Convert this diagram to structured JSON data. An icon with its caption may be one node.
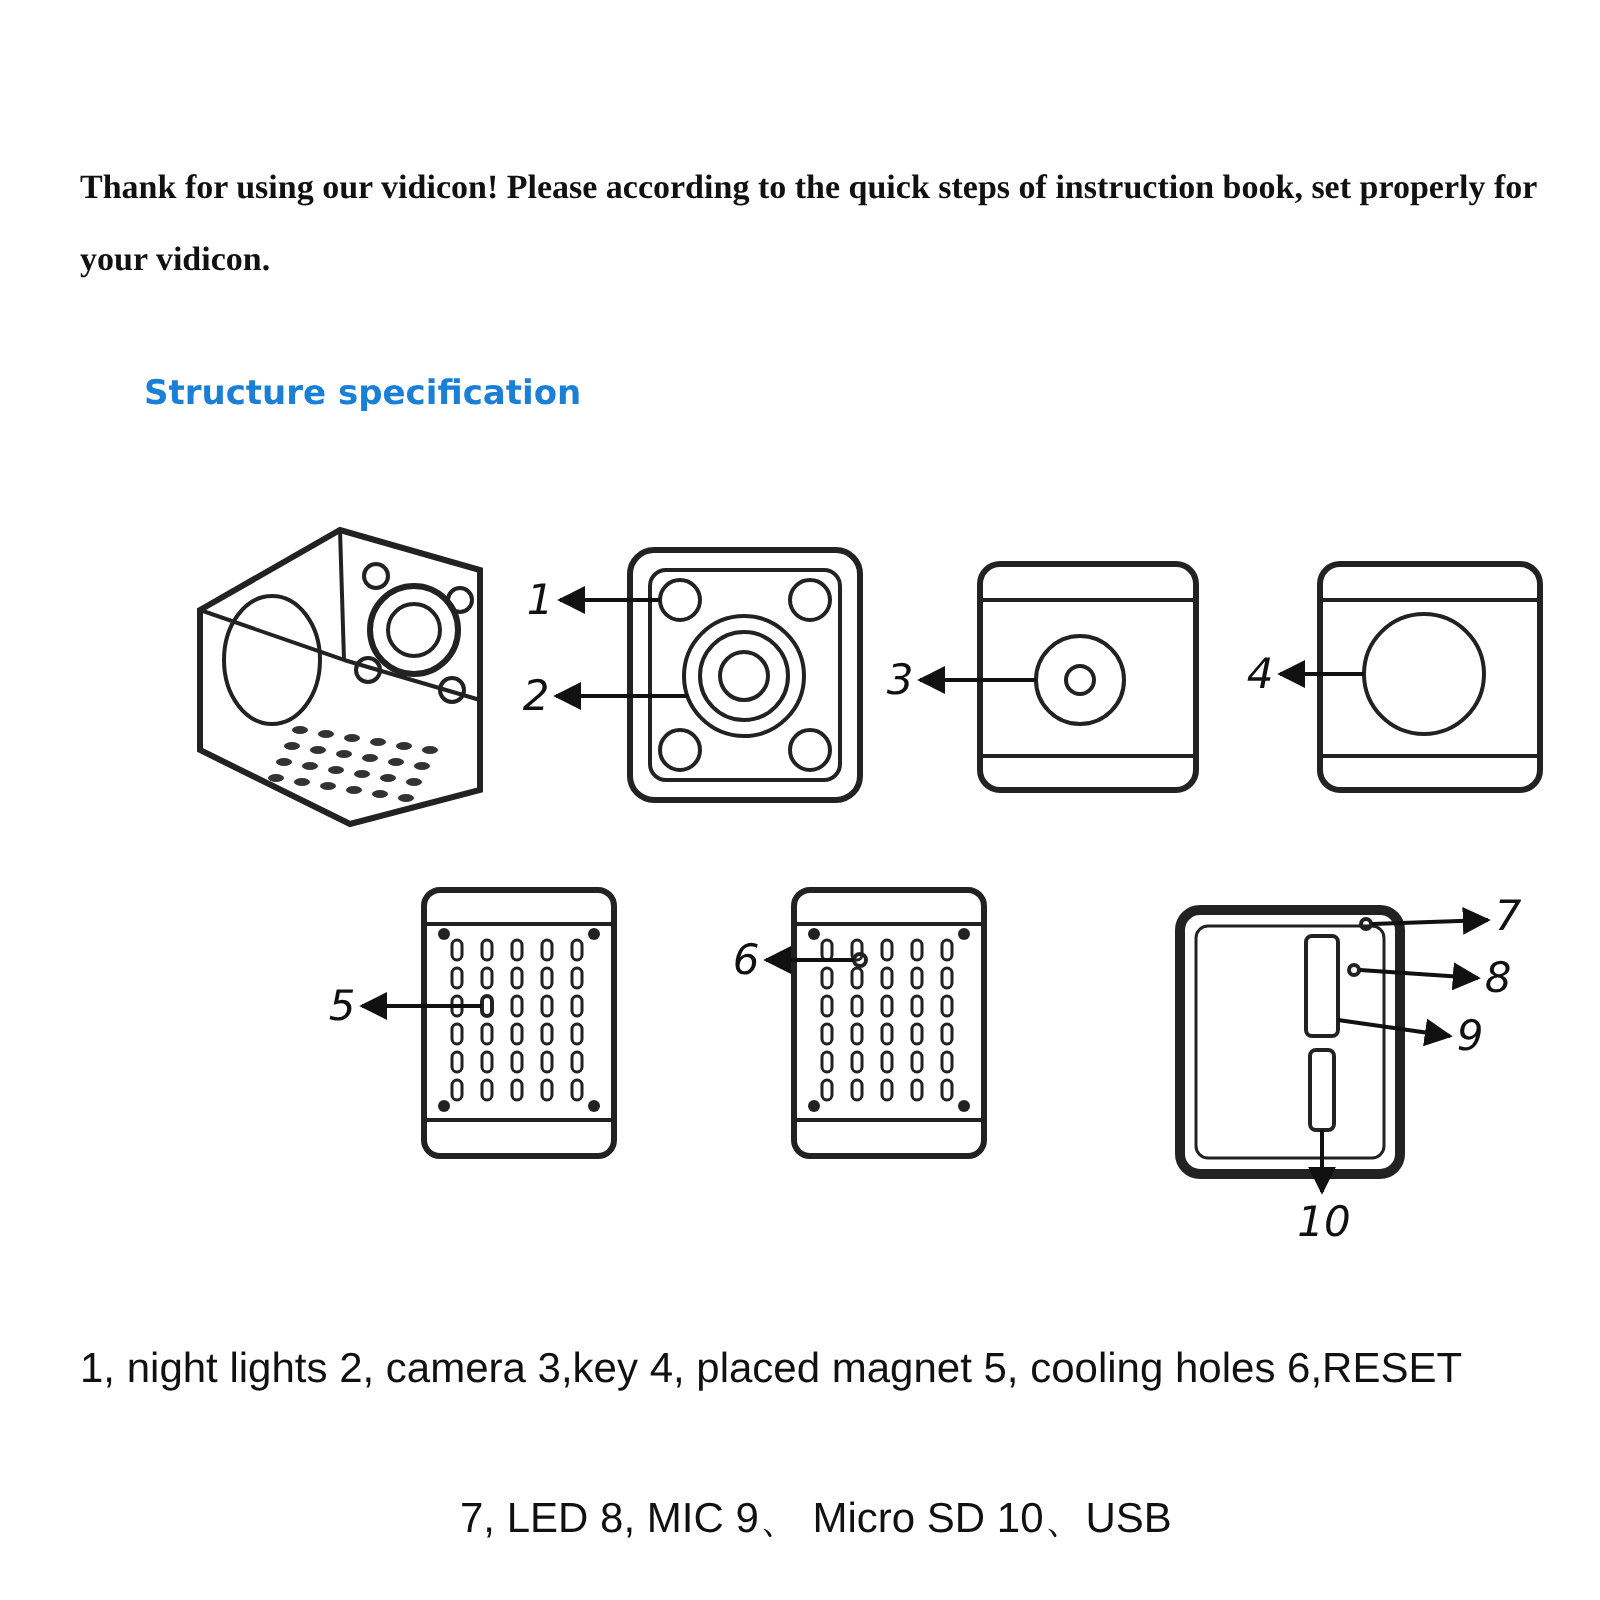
{
  "diagram": {
    "nodes": [
      {
        "text": [
          "1"
        ]
      },
      {
        "text": [
          "2"
        ]
      },
      {
        "text": [
          "3"
        ]
      },
      {
        "text": [
          "4"
        ]
      },
      {
        "text": [
          "5"
        ]
      },
      {
        "text": [
          "6"
        ]
      },
      {
        "text": [
          "7"
        ]
      },
      {
        "text": [
          "8"
        ]
      },
      {
        "text": [
          "9"
        ]
      },
      {
        "text": [
          "10"
        ]
      },
      {
        "text": [],
        "shape": "circle"
      },
      {
        "text": [],
        "shape": "circle"
      },
      {
        "text": [],
        "shape": "circle"
      },
      {
        "text": [],
        "shape": "circle"
      },
      {
        "text": [],
        "shape": "box"
      },
      {
        "text": [],
        "shape": "circle"
      },
      {
        "text": [],
        "shape": "circle"
      },
      {
        "text": [],
        "shape": "circle"
      },
      {
        "text": [],
        "shape": "box"
      },
      {
        "text": [],
        "shape": "box"
      }
    ],
    "edges": [
      {
        "from": 10,
        "to": 0,
        "arrow": "to"
      },
      {
        "from": 11,
        "to": 1,
        "arrow": "to"
      },
      {
        "from": 12,
        "to": 2,
        "arrow": "to"
      },
      {
        "from": 13,
        "to": 3,
        "arrow": "to"
      },
      {
        "from": 14,
        "to": 4,
        "arrow": "to"
      },
      {
        "from": 15,
        "to": 5,
        "arrow": "to"
      },
      {
        "from": 16,
        "to": 6,
        "arrow": "to"
      },
      {
        "from": 17,
        "to": 7,
        "arrow": "to"
      },
      {
        "from": 18,
        "to": 8,
        "arrow": "to"
      },
      {
        "from": 19,
        "to": 9,
        "arrow": "to"
      }
    ],
    "labels": [
      "Thank for using our vidicon! Please according to the quick steps of instruction book, set properly for your vidicon.",
      "Structure specification",
      "1, night lights 2, camera 3,key 4, placed magnet 5, cooling holes 6,RESET",
      "7, LED 8, MIC 9、 Micro SD 10、USB"
    ]
  }
}
